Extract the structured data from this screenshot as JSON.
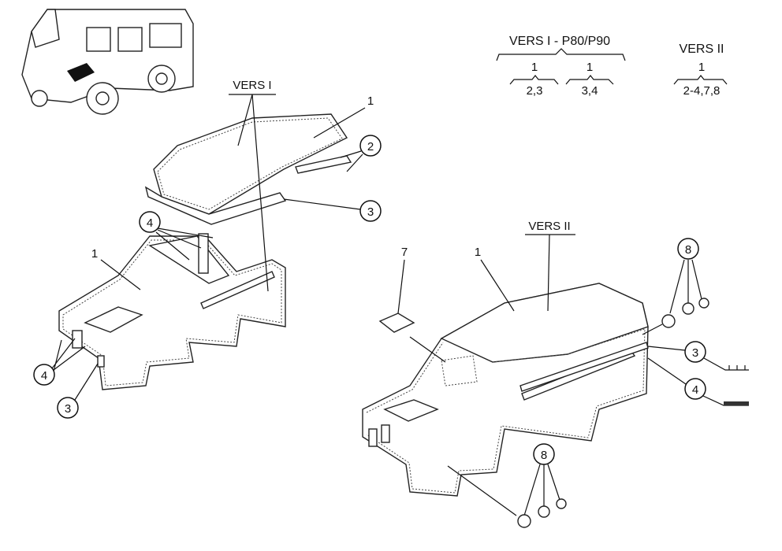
{
  "legend": {
    "vers1_title": "VERS I - P80/P90",
    "vers1_group_a_top": "1",
    "vers1_group_a_bottom": "2,3",
    "vers1_group_b_top": "1",
    "vers1_group_b_bottom": "3,4",
    "vers2_title": "VERS II",
    "vers2_top": "1",
    "vers2_bottom": "2-4,7,8"
  },
  "labels": {
    "vers1": "VERS I",
    "vers2": "VERS II"
  },
  "callouts_vers1": [
    "1",
    "2",
    "3",
    "4",
    "1",
    "4",
    "3"
  ],
  "callouts_vers2": [
    "7",
    "1",
    "8",
    "3",
    "4",
    "8"
  ]
}
